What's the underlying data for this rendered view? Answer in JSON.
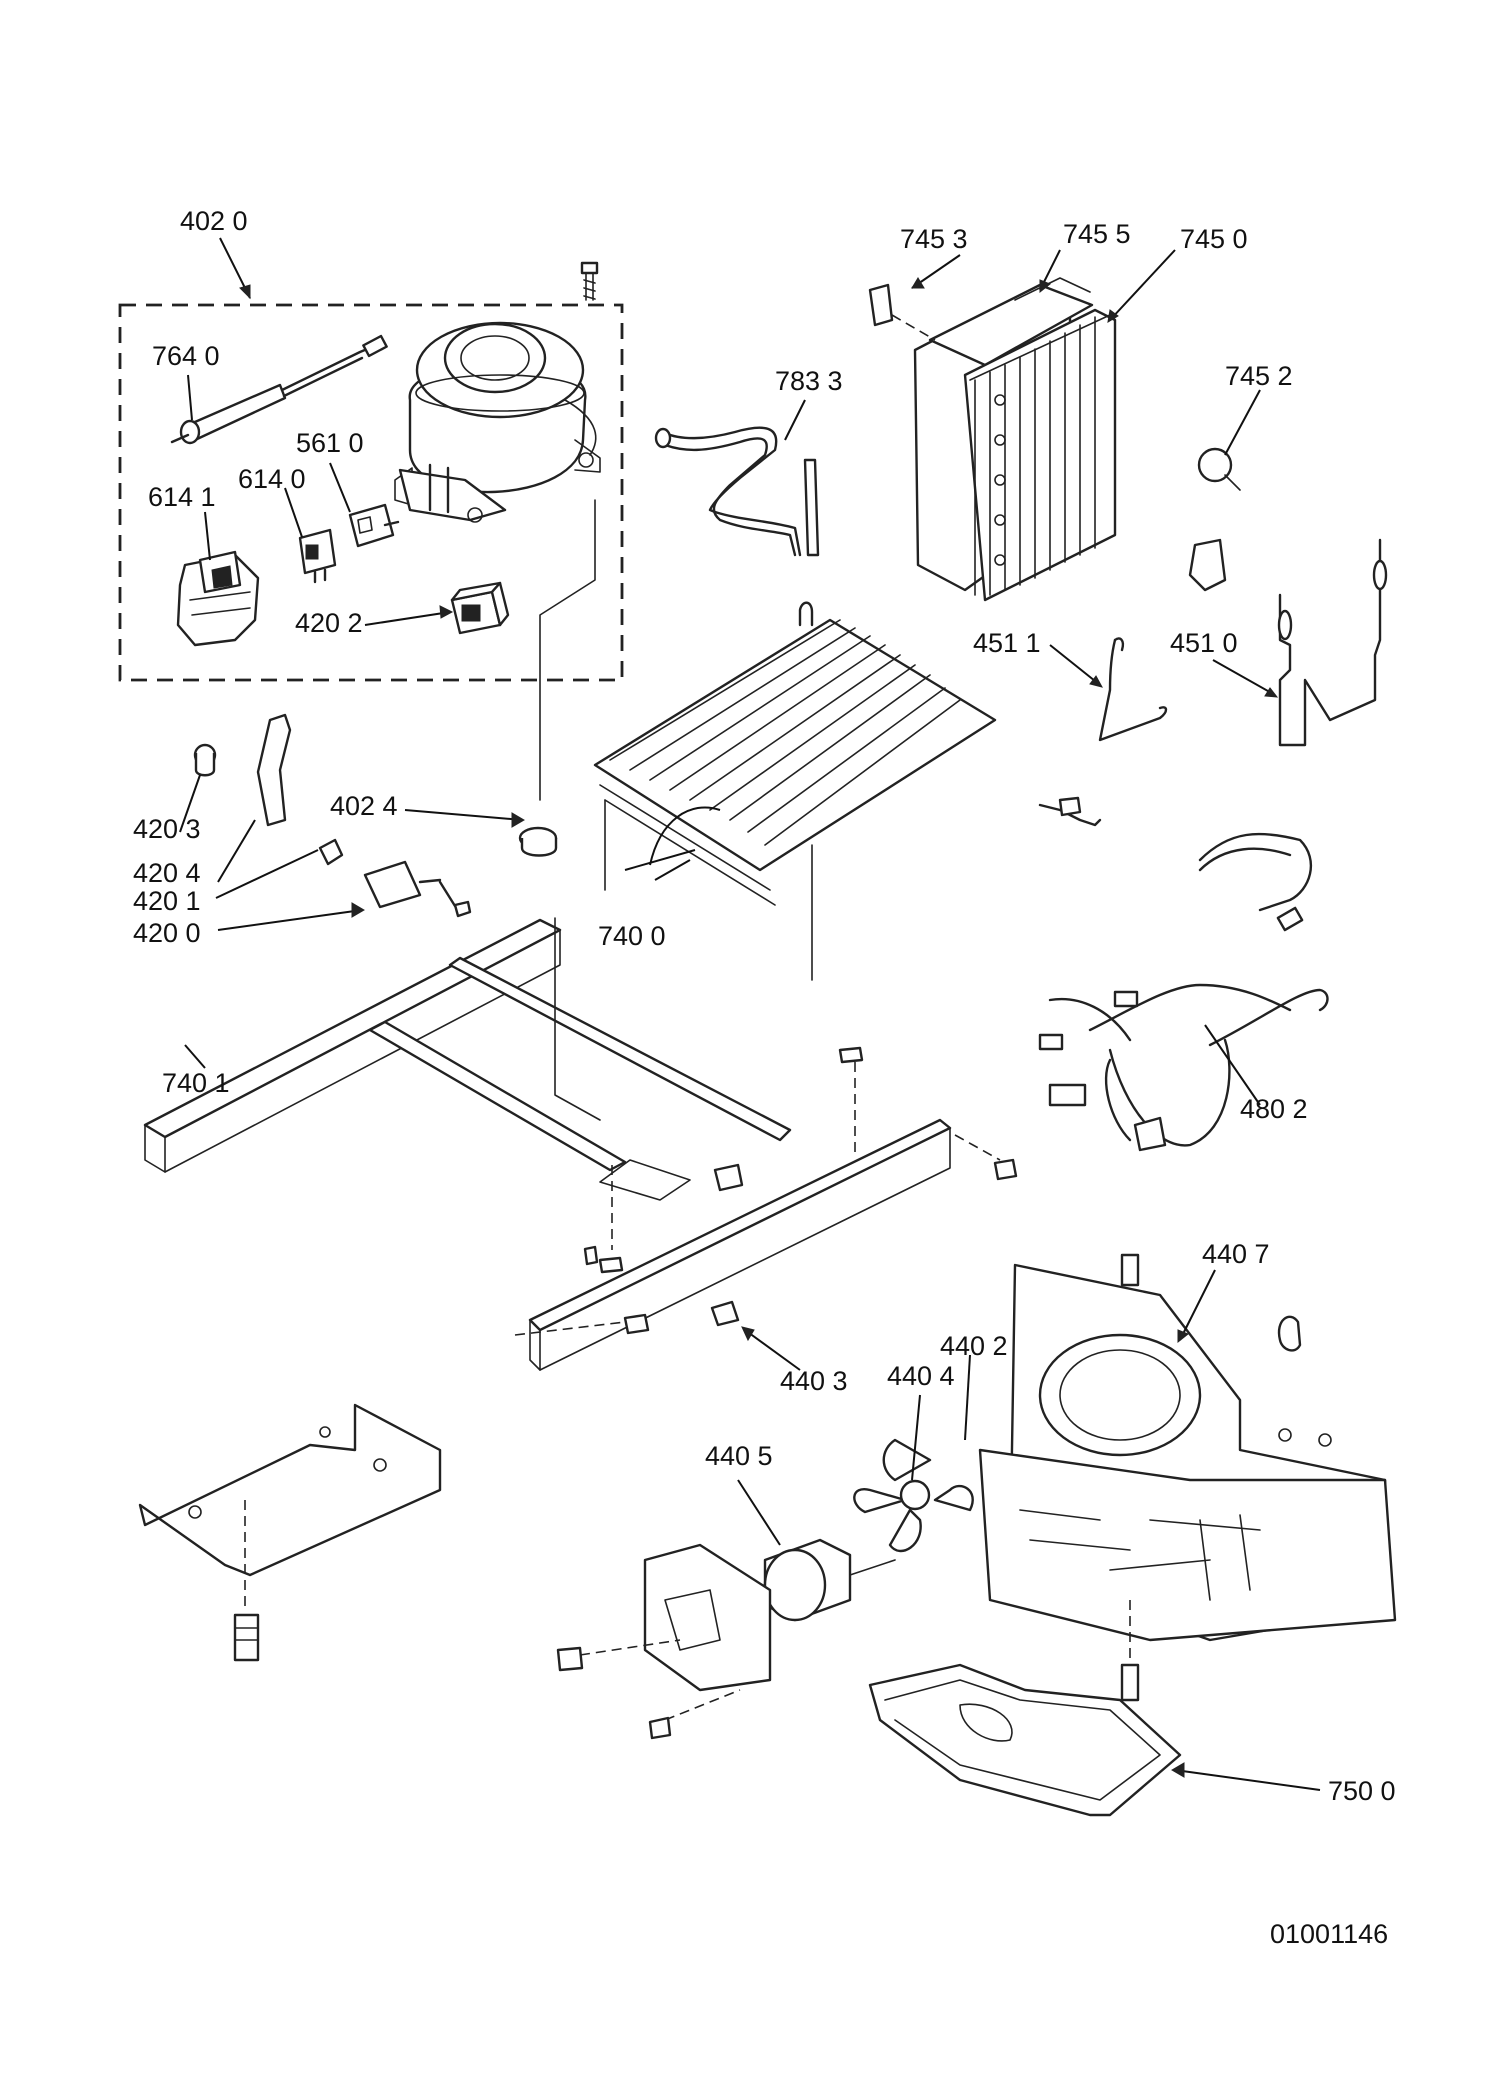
{
  "drawing_id": "01001146",
  "callouts": [
    {
      "key": "c4020",
      "text": "402 0"
    },
    {
      "key": "c7640",
      "text": "764 0"
    },
    {
      "key": "c5610",
      "text": "561 0"
    },
    {
      "key": "c6140",
      "text": "614 0"
    },
    {
      "key": "c6141",
      "text": "614 1"
    },
    {
      "key": "c4202",
      "text": "420 2"
    },
    {
      "key": "c7833",
      "text": "783 3"
    },
    {
      "key": "c7453",
      "text": "745 3"
    },
    {
      "key": "c7455",
      "text": "745 5"
    },
    {
      "key": "c7450",
      "text": "745 0"
    },
    {
      "key": "c7452",
      "text": "745 2"
    },
    {
      "key": "c4511",
      "text": "451 1"
    },
    {
      "key": "c4510",
      "text": "451 0"
    },
    {
      "key": "c4203",
      "text": "420 3"
    },
    {
      "key": "c4204",
      "text": "420 4"
    },
    {
      "key": "c4201",
      "text": "420 1"
    },
    {
      "key": "c4200",
      "text": "420 0"
    },
    {
      "key": "c4024",
      "text": "402 4"
    },
    {
      "key": "c7400",
      "text": "740 0"
    },
    {
      "key": "c7401",
      "text": "740 1"
    },
    {
      "key": "c4802",
      "text": "480 2"
    },
    {
      "key": "c4407",
      "text": "440 7"
    },
    {
      "key": "c4402",
      "text": "440 2"
    },
    {
      "key": "c4404",
      "text": "440 4"
    },
    {
      "key": "c4403",
      "text": "440 3"
    },
    {
      "key": "c4405",
      "text": "440 5"
    },
    {
      "key": "c7500",
      "text": "750 0"
    }
  ]
}
